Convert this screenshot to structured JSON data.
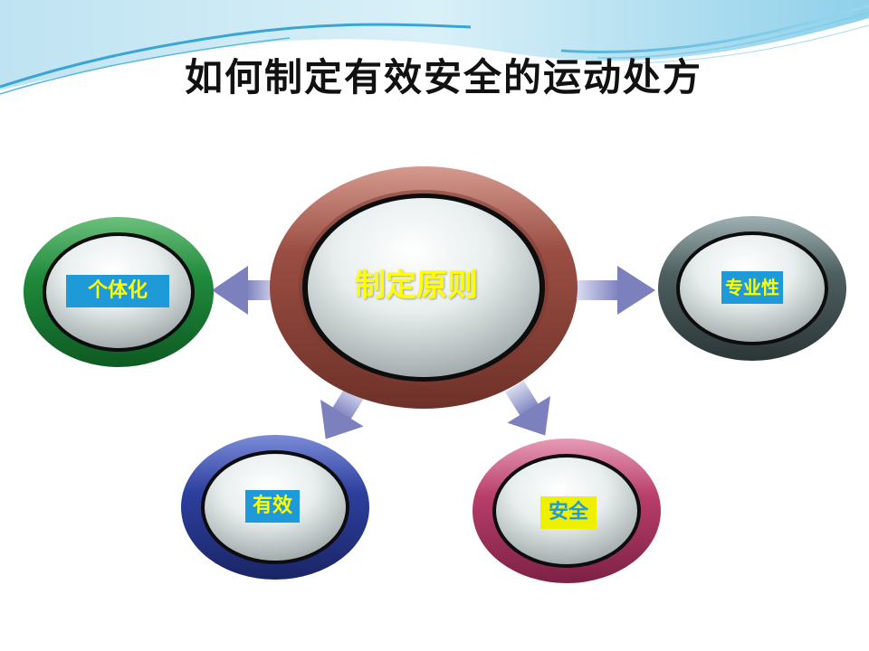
{
  "title": "如何制定有效安全的运动处方",
  "center": {
    "label": "制定原则"
  },
  "nodes": {
    "individual": "个体化",
    "professional": "专业性",
    "effective": "有效",
    "safe": "安全"
  },
  "colors": {
    "center_ring": "#a8564a",
    "individual_ring": "#1f8a3c",
    "professional_ring": "#4e5f60",
    "effective_ring": "#2d3f9e",
    "safe_ring": "#b83e6a",
    "label_bg": "#1e9ad8",
    "label_text": "#ffff00",
    "arrow": "#8a8ec4"
  }
}
